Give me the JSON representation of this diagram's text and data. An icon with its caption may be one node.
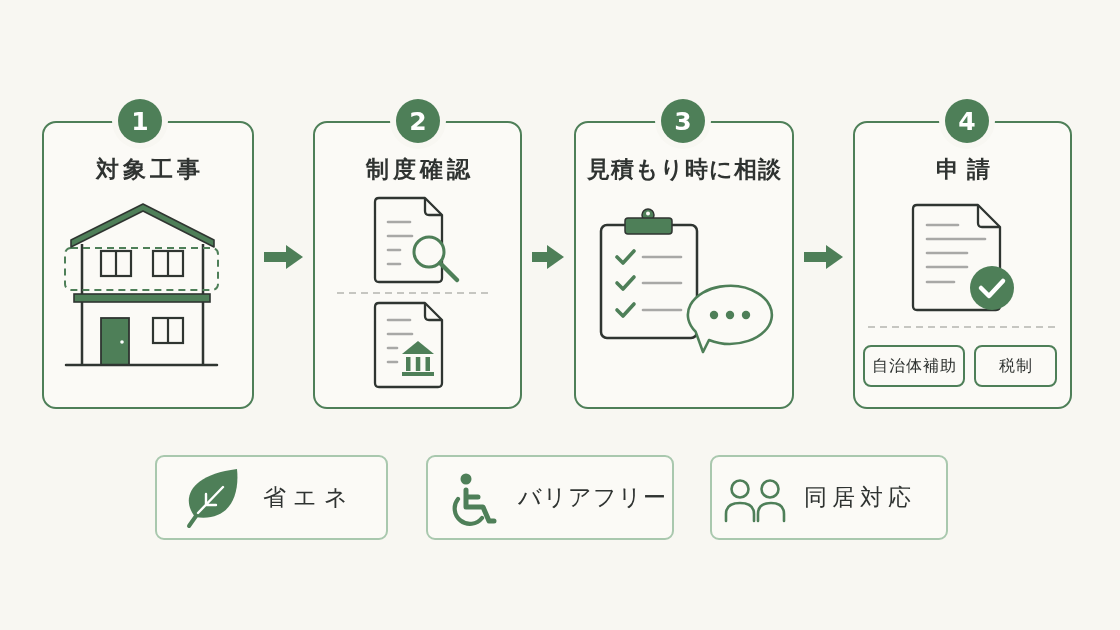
{
  "diagram": {
    "nodes": [
      {
        "text": [
          "1"
        ]
      },
      {
        "text": [
          "対象工事"
        ]
      },
      {
        "text": [
          "2"
        ]
      },
      {
        "text": [
          "制度確認"
        ]
      },
      {
        "text": [
          "3"
        ]
      },
      {
        "text": [
          "見積もり時に相談"
        ]
      },
      {
        "text": [
          "4"
        ]
      },
      {
        "text": [
          "申請"
        ]
      },
      {
        "text": [
          "自治体補助"
        ],
        "in": 7
      },
      {
        "text": [
          "税制"
        ],
        "in": 7
      },
      {
        "text": [
          "省エネ"
        ]
      },
      {
        "text": [
          "バリアフリー"
        ]
      },
      {
        "text": [
          "同居対応"
        ]
      }
    ],
    "edges": [
      {
        "from": 1,
        "to": 3,
        "arrow": "to"
      },
      {
        "from": 3,
        "to": 5,
        "arrow": "to"
      },
      {
        "from": 5,
        "to": 7,
        "arrow": "to"
      }
    ]
  }
}
